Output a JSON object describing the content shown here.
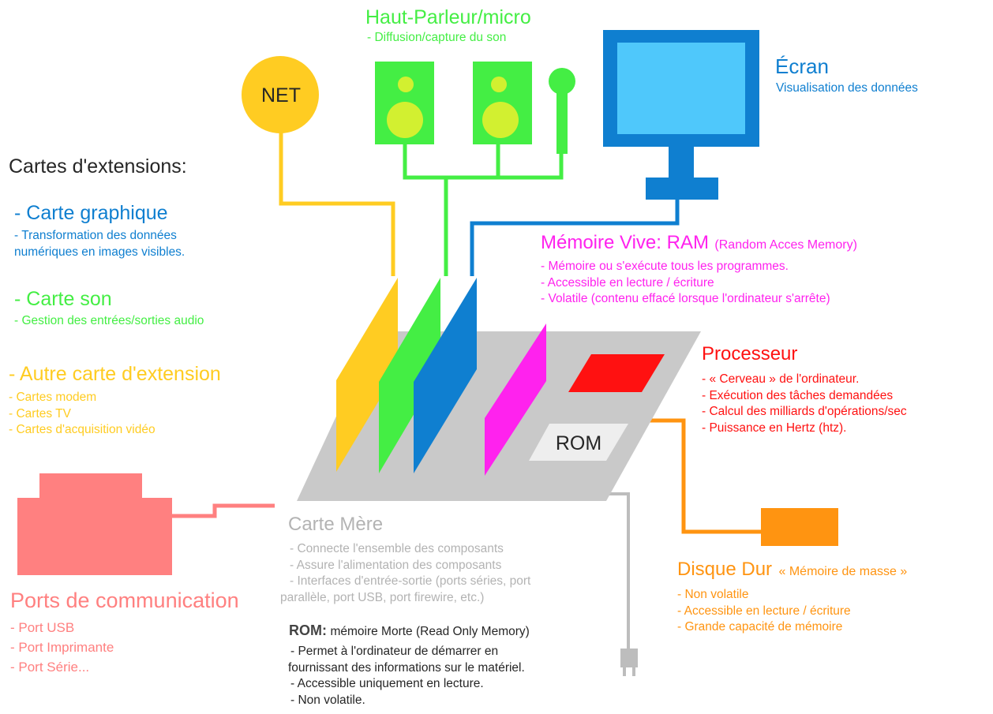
{
  "colors": {
    "sound": "#44ee44",
    "graphics": "#0f7fd0",
    "extension": "#ffcc22",
    "ram": "#ff22ee",
    "cpu": "#ff1111",
    "disk": "#ff9411",
    "ports": "#ff8080",
    "motherboard": "#c9c9c9",
    "rom_box": "#eeeeee",
    "text_dark": "#262626"
  },
  "net": {
    "label": "NET"
  },
  "rom_chip": {
    "label": "ROM"
  },
  "speaker": {
    "title": "Haut-Parleur/micro",
    "lines": [
      "- Diffusion/capture du son"
    ]
  },
  "screen": {
    "title": "Écran",
    "lines": [
      "Visualisation des données"
    ]
  },
  "extensions": {
    "heading": "Cartes d'extensions:",
    "graphics": {
      "title": "- Carte graphique",
      "lines": [
        "- Transformation des données",
        "numériques en images visibles."
      ]
    },
    "sound": {
      "title": "- Carte son",
      "lines": [
        "- Gestion des entrées/sorties audio"
      ]
    },
    "other": {
      "title": "- Autre carte d'extension",
      "lines": [
        "- Cartes modem",
        "- Cartes TV",
        "- Cartes d'acquisition vidéo"
      ]
    }
  },
  "ram": {
    "title": "Mémoire Vive: RAM",
    "subtitle": "(Random Acces Memory)",
    "lines": [
      "- Mémoire ou s'exécute tous les programmes.",
      "- Accessible en lecture / écriture",
      "- Volatile (contenu effacé lorsque l'ordinateur s'arrête)"
    ]
  },
  "cpu": {
    "title": "Processeur",
    "lines": [
      "- « Cerveau » de l'ordinateur.",
      "- Exécution des tâches demandées",
      "- Calcul  des milliards d'opérations/sec",
      "- Puissance en Hertz (htz)."
    ]
  },
  "motherboard": {
    "title": "Carte Mère",
    "lines": [
      "- Connecte l'ensemble des composants",
      "- Assure l'alimentation des composants",
      "- Interfaces d'entrée-sortie (ports séries, port",
      "parallèle, port USB, port firewire, etc.)"
    ]
  },
  "rom": {
    "title": "ROM:",
    "subtitle": "mémoire Morte (Read Only Memory)",
    "lines": [
      "- Permet à l'ordinateur de démarrer en",
      "fournissant des informations sur le matériel.",
      "- Accessible uniquement en lecture.",
      "- Non volatile."
    ]
  },
  "disk": {
    "title": "Disque Dur",
    "subtitle": "« Mémoire de masse »",
    "lines": [
      "- Non volatile",
      "- Accessible en lecture / écriture",
      "- Grande capacité de mémoire"
    ]
  },
  "ports": {
    "title": "Ports de communication",
    "lines": [
      "- Port USB",
      "- Port Imprimante",
      "- Port Série..."
    ]
  }
}
